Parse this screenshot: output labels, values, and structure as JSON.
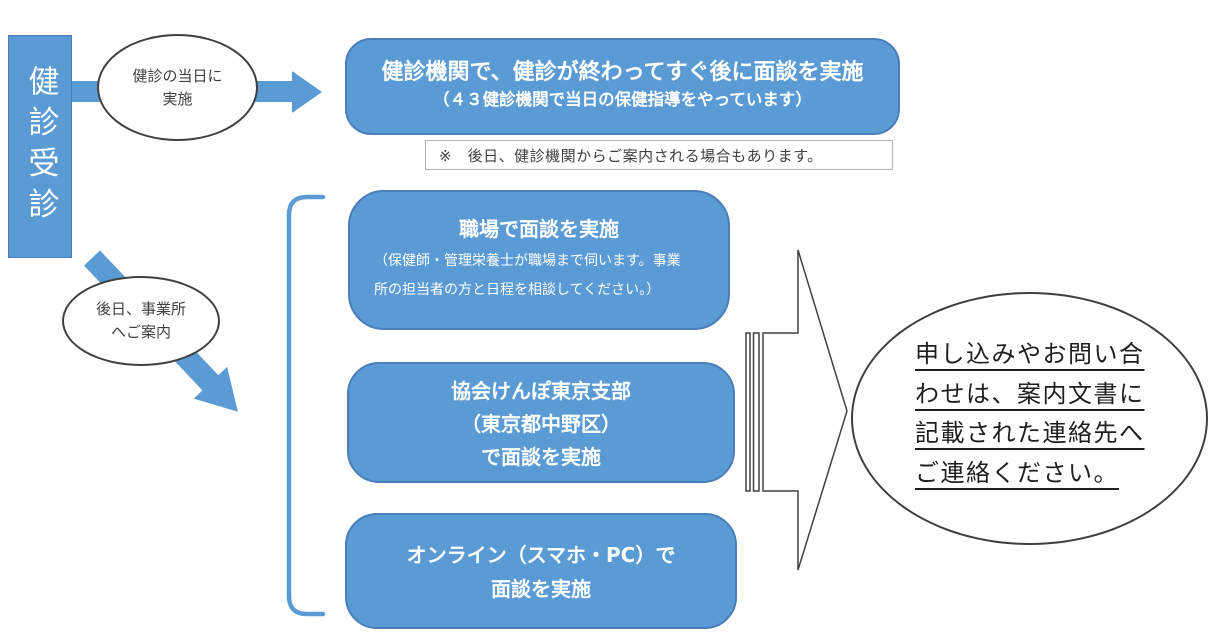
{
  "diagram": {
    "sidebar": {
      "label": "健診受診"
    },
    "same_day_ellipse": {
      "lines": [
        "健診の当日に",
        "実施"
      ]
    },
    "top_box": {
      "title": "健診機関で、健診が終わってすぐ後に面談を実施",
      "subtitle": "（４３健診機関で当日の保健指導をやっています）"
    },
    "note_box": {
      "text": "※　後日、健診機関からご案内される場合もあります。"
    },
    "later_ellipse": {
      "lines": [
        "後日、事業所",
        "へご案内"
      ]
    },
    "option_boxes": [
      {
        "title": "職場で面談を実施",
        "subtitle_lines": [
          "（保健師・管理栄養士が職場まで伺います。事業",
          "所の担当者の方と日程を相談してください。）"
        ]
      },
      {
        "lines": [
          "協会けんぽ東京支部",
          "（東京都中野区）",
          "で面談を実施"
        ]
      },
      {
        "lines": [
          "オンライン（スマホ・PC）で",
          "面談を実施"
        ]
      }
    ],
    "contact_ellipse": {
      "lines": [
        "申し込みやお問い合",
        "わせは、案内文書に",
        "記載された連絡先へ",
        "ご連絡ください。"
      ]
    },
    "colors": {
      "accent_blue": "#5B9BD5",
      "box_border": "#4A7EBB",
      "outline_dark": "#404040",
      "note_border": "#B3B3B3"
    }
  }
}
